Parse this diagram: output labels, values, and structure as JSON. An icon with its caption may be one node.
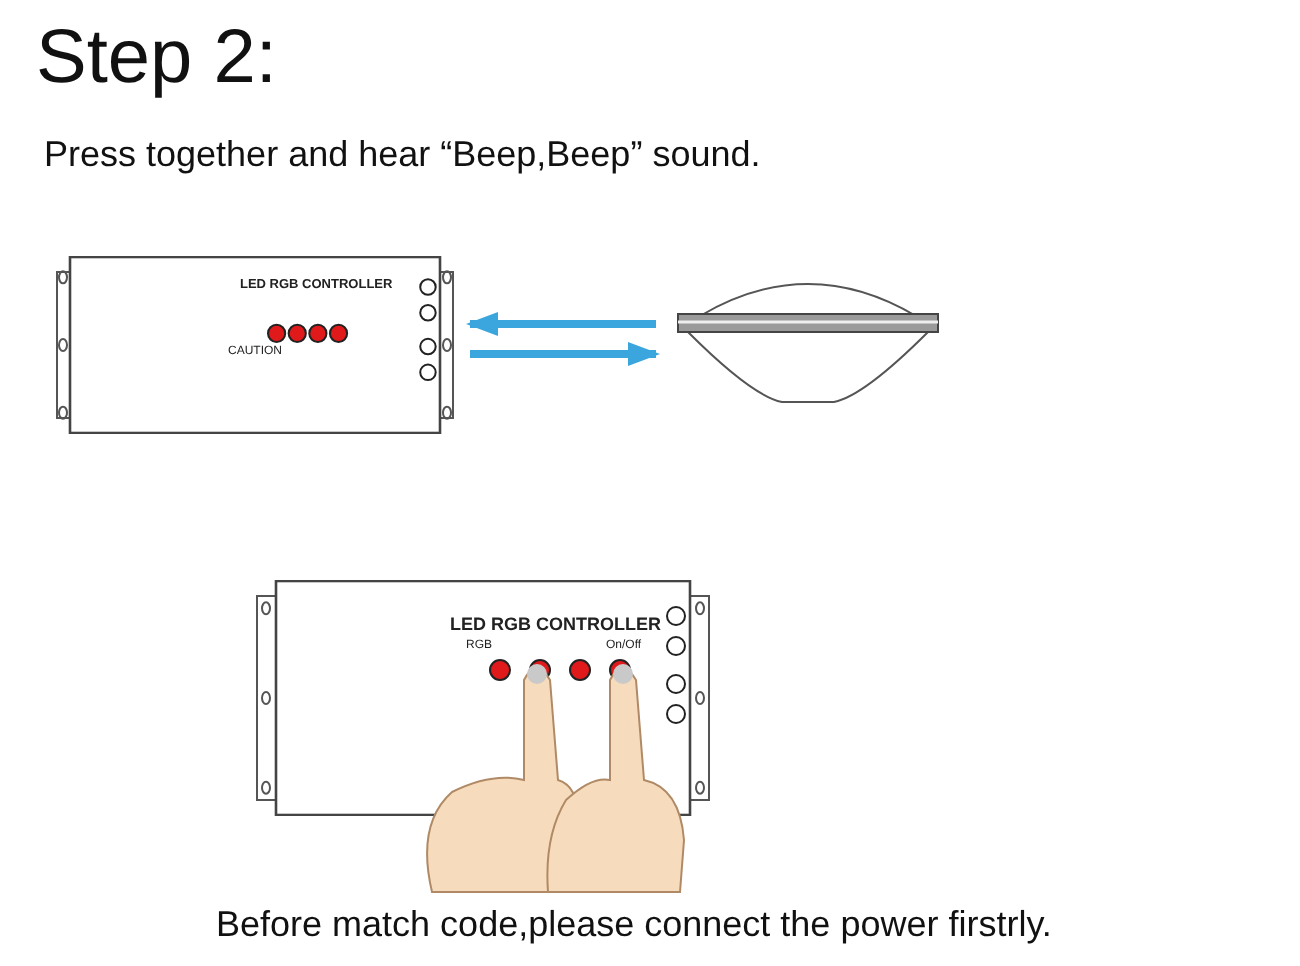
{
  "diagram": {
    "title": "Step 2:",
    "nodes": [
      {
        "text": [
          "LED RGB CONTROLLER",
          "CAUTION"
        ]
      },
      {
        "text": [],
        "shape": "picture"
      },
      {
        "text": [
          "LED RGB CONTROLLER",
          "RGB",
          "On/Off"
        ]
      }
    ],
    "edges": [
      {
        "from": 1,
        "to": 0,
        "arrow": "to"
      },
      {
        "from": 0,
        "to": 1,
        "arrow": "to"
      }
    ],
    "labels": [
      "Press together and hear “Beep,Beep” sound.",
      "Before match code,please connect the power firstrly."
    ]
  }
}
